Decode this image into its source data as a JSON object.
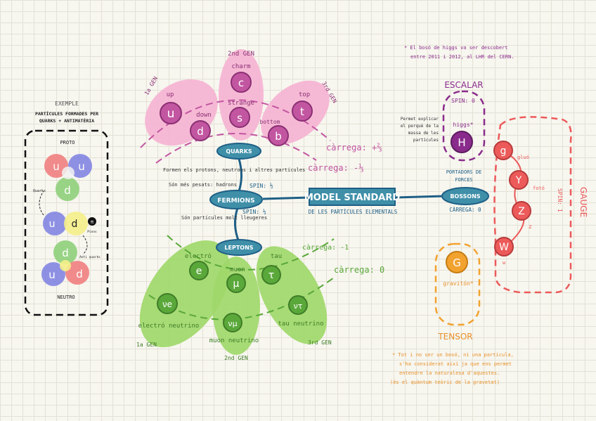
{
  "center": {
    "title": "MODEL STANDARD",
    "subtitle": "DE LES PARTÍCULES ELEMENTALS"
  },
  "fermions": {
    "label": "FERMIONS",
    "spin": "SPIN: ½"
  },
  "bosons": {
    "label": "BOSSONS",
    "carrega": "CÀRREGA: 0"
  },
  "quarks": {
    "label": "QUARKS",
    "spin": "SPIN: ½",
    "note": "Formen els protons, neutrons i altres partícules",
    "note2": "Són més pesats: hadrons",
    "gen1": "1a GEN",
    "gen2": "2nd GEN",
    "gen3": "3rd GEN",
    "charge_pos": "càrrega: +⅔",
    "charge_neg": "càrrega: -⅓",
    "particles": [
      {
        "symbol": "u",
        "name": "up"
      },
      {
        "symbol": "d",
        "name": "down"
      },
      {
        "symbol": "c",
        "name": "charm"
      },
      {
        "symbol": "s",
        "name": "strange"
      },
      {
        "symbol": "t",
        "name": "top"
      },
      {
        "symbol": "b",
        "name": "bottom"
      }
    ]
  },
  "leptons": {
    "label": "LEPTONS",
    "spin": "SPIN: ½",
    "note": "Són partícules molt lleugeres",
    "gen1": "1a GEN",
    "gen2": "2nd GEN",
    "gen3": "3rd GEN",
    "charge_neg": "càrrega: -1",
    "charge_zero": "càrrega: 0",
    "particles": [
      {
        "symbol": "e",
        "name": "electró"
      },
      {
        "symbol": "μ",
        "name": "muon"
      },
      {
        "symbol": "τ",
        "name": "tau"
      },
      {
        "symbol": "νe",
        "name": "electró neutrino"
      },
      {
        "symbol": "νμ",
        "name": "muon neutrino"
      },
      {
        "symbol": "ντ",
        "name": "tau neutrino"
      }
    ]
  },
  "escalar": {
    "label": "ESCALAR",
    "spin": "SPIN: 0",
    "higgs_symbol": "H",
    "higgs_name": "higgs*",
    "note": "Permet explicar el perquè de la massa de les partícules",
    "footnote": "* El bosó de higgs va ser descobert entre 2011 i 2012, al LHR del CERN.",
    "portadors": "PORTADORS DE FORCES"
  },
  "gauge": {
    "label": "GAUGE",
    "spin": "SPIN: 1",
    "particles": [
      {
        "symbol": "g",
        "name": "gluó"
      },
      {
        "symbol": "Y",
        "name": "fotó"
      },
      {
        "symbol": "Z",
        "name": "z"
      },
      {
        "symbol": "W",
        "name": "w"
      }
    ]
  },
  "tensor": {
    "label": "TENSOR",
    "graviton_symbol": "G",
    "graviton_name": "gravitón*",
    "footnote": "* Tot i no ser un bosó, ni una partícula, s'ha considerat així ja que ens permet entendre la naturalesa d'aquestes. (és el quàntum teòric de la gravetat)"
  },
  "example": {
    "title": "EXEMPLE",
    "subtitle": "PARTÍCULES FORMADES PER QUARKS + ANTIMATÈRIA",
    "proto": "PROTO",
    "neutro": "NEUTRO",
    "quarks_label": "Quarks",
    "pions_label": "Pions",
    "antiquarks_label": "Anti quarks",
    "pi_symbol": "π"
  },
  "colors": {
    "pink": "#f5b3d3",
    "magenta": "#c256a1",
    "green": "#9fd86a",
    "green_dark": "#5aa83a",
    "teal": "#3f8fa8",
    "navy": "#1e5f86",
    "purple": "#8a2c8c",
    "red": "#ec5a5a",
    "orange": "#f2a22f",
    "orange_dark": "#e8912a"
  }
}
